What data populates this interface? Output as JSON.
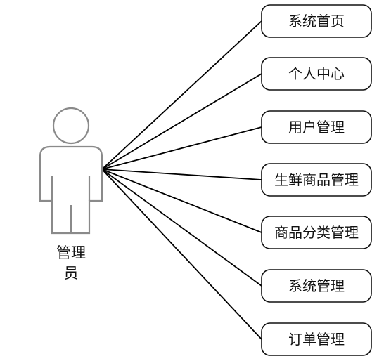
{
  "actor": {
    "label_line1": "管理",
    "label_line2": "员"
  },
  "use_cases": [
    {
      "label": "系统首页"
    },
    {
      "label": "个人中心"
    },
    {
      "label": "用户管理"
    },
    {
      "label": "生鲜商品管理"
    },
    {
      "label": "商品分类管理"
    },
    {
      "label": "系统管理"
    },
    {
      "label": "订单管理"
    }
  ]
}
